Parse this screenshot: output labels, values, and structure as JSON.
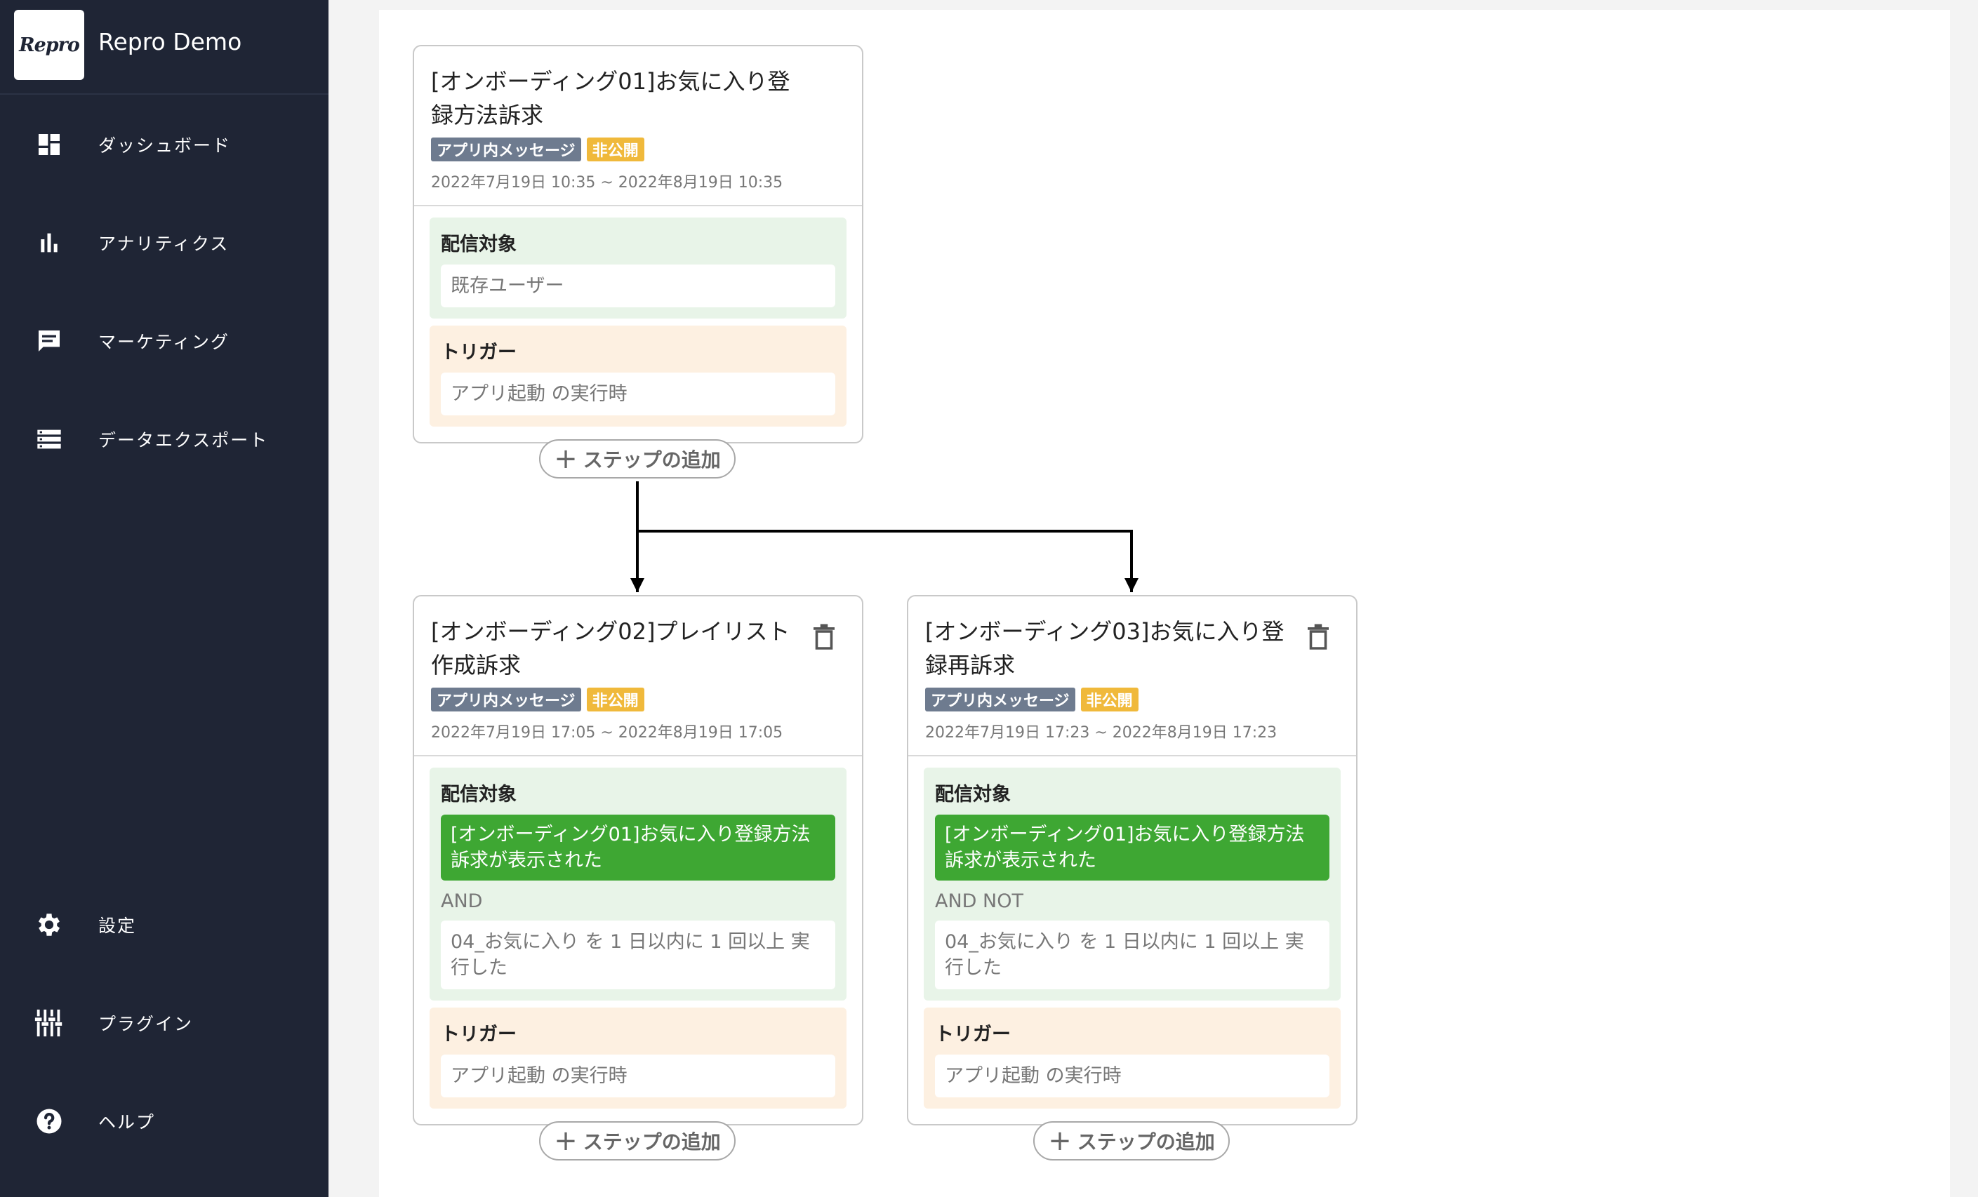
{
  "app": {
    "logo_text": "Repro",
    "name": "Repro Demo"
  },
  "sidebar": {
    "items": [
      {
        "label": "ダッシュボード",
        "icon": "dashboard-icon"
      },
      {
        "label": "アナリティクス",
        "icon": "bar-chart-icon"
      },
      {
        "label": "マーケティング",
        "icon": "message-icon"
      },
      {
        "label": "データエクスポート",
        "icon": "storage-icon"
      },
      {
        "label": "設定",
        "icon": "gear-icon"
      },
      {
        "label": "プラグイン",
        "icon": "tune-icon"
      },
      {
        "label": "ヘルプ",
        "icon": "help-icon"
      }
    ]
  },
  "add_step_label": "ステップの追加",
  "cards": [
    {
      "title": "[オンボーディング01]お気に入り登録方法訴求",
      "type_tag": "アプリ内メッセージ",
      "status_tag": "非公開",
      "period": "2022年7月19日 10:35 ~ 2022年8月19日 10:35",
      "target_title": "配信対象",
      "target_value": "既存ユーザー",
      "trigger_title": "トリガー",
      "trigger_value": "アプリ起動 の実行時"
    },
    {
      "title": "[オンボーディング02]プレイリスト作成訴求",
      "type_tag": "アプリ内メッセージ",
      "status_tag": "非公開",
      "period": "2022年7月19日 17:05 ~ 2022年8月19日 17:05",
      "target_title": "配信対象",
      "target_segment": "[オンボーディング01]お気に入り登録方法訴求が表示された",
      "operator": "AND",
      "target_condition": "04_お気に入り を 1 日以内に 1 回以上 実行した",
      "trigger_title": "トリガー",
      "trigger_value": "アプリ起動 の実行時"
    },
    {
      "title": "[オンボーディング03]お気に入り登録再訴求",
      "type_tag": "アプリ内メッセージ",
      "status_tag": "非公開",
      "period": "2022年7月19日 17:23 ~ 2022年8月19日 17:23",
      "target_title": "配信対象",
      "target_segment": "[オンボーディング01]お気に入り登録方法訴求が表示された",
      "operator": "AND NOT",
      "target_condition": "04_お気に入り を 1 日以内に 1 回以上 実行した",
      "trigger_title": "トリガー",
      "trigger_value": "アプリ起動 の実行時"
    }
  ],
  "colors": {
    "sidebar_bg": "#1f2535",
    "type_tag": "#6e7b8f",
    "status_tag": "#f0b93b",
    "segment_green": "#3ea733",
    "target_bg": "#e8f4e8",
    "trigger_bg": "#fdf0e1"
  }
}
